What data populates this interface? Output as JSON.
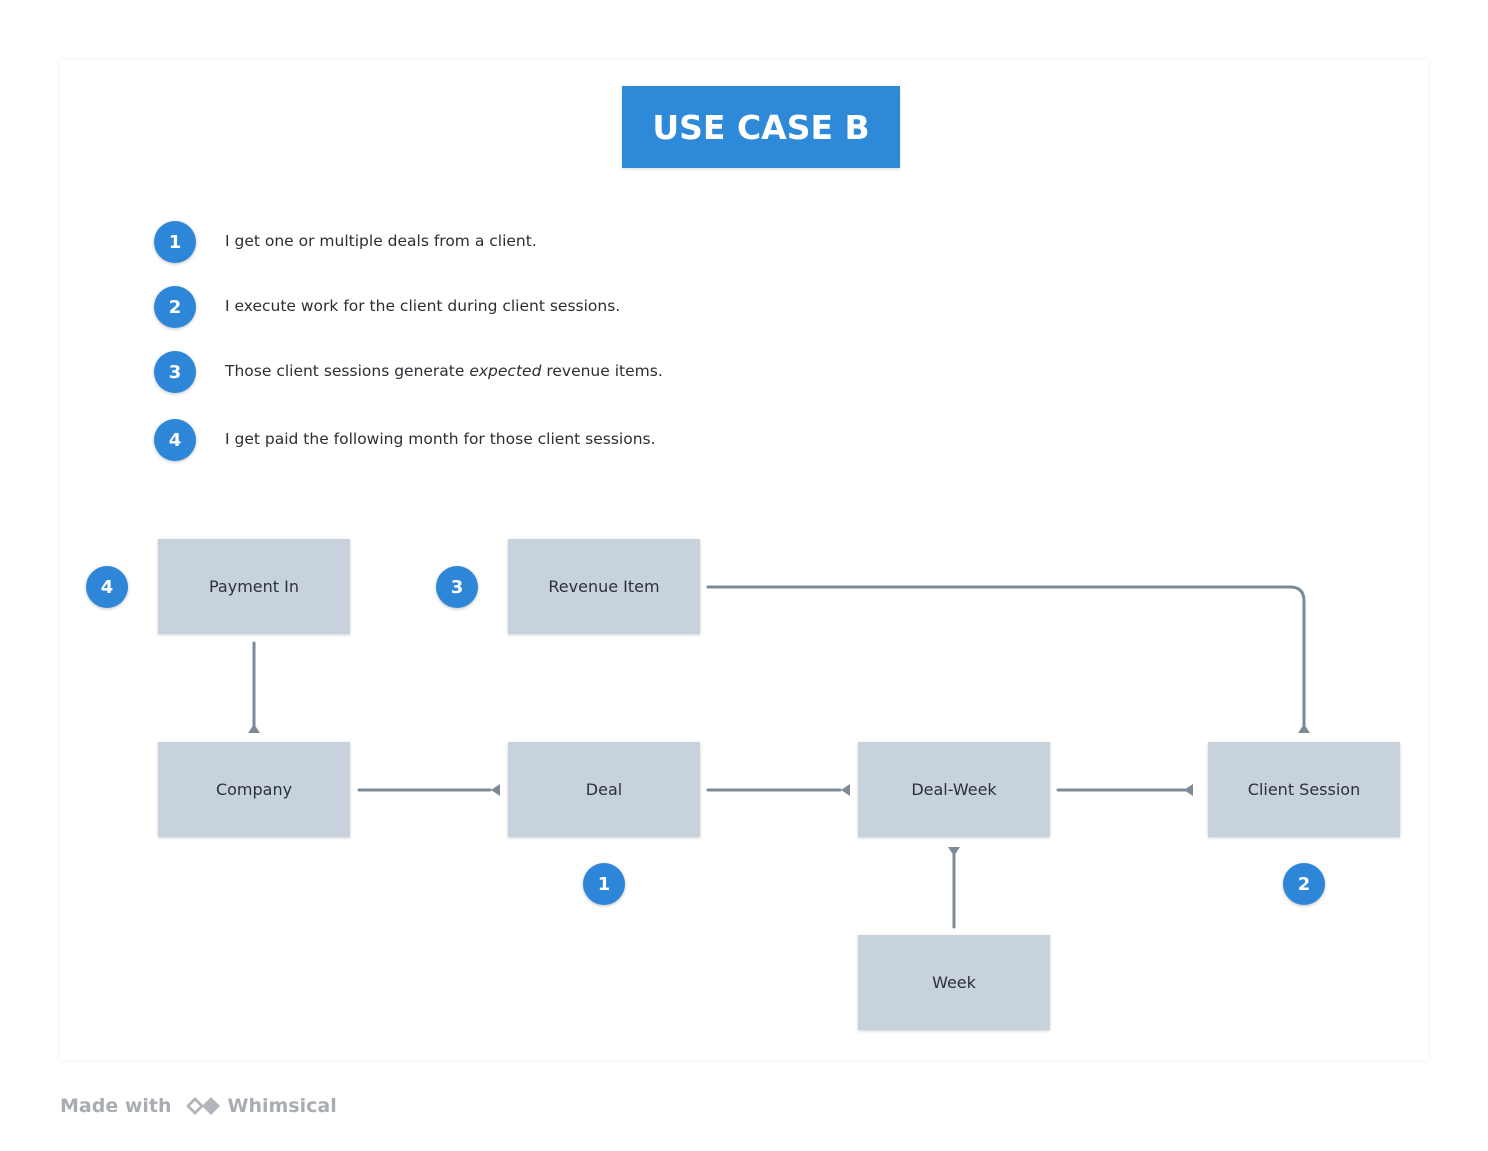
{
  "title": "USE CASE B",
  "steps": [
    {
      "badge": "1",
      "before": "I get one or multiple deals from a client.",
      "emph": "",
      "after": ""
    },
    {
      "badge": "2",
      "before": "I execute work for the client during client sessions.",
      "emph": "",
      "after": ""
    },
    {
      "badge": "3",
      "before": "Those client sessions generate ",
      "emph": "expected",
      "after": " revenue items."
    },
    {
      "badge": "4",
      "before": "I get paid the following month for those client sessions.",
      "emph": "",
      "after": ""
    }
  ],
  "nodes": {
    "payment_in": "Payment In",
    "revenue_item": "Revenue Item",
    "company": "Company",
    "deal": "Deal",
    "deal_week": "Deal-Week",
    "client_session": "Client Session",
    "week": "Week"
  },
  "node_badges": {
    "payment_in": "4",
    "revenue_item": "3",
    "deal": "1",
    "client_session": "2"
  },
  "colors": {
    "accent": "#2e86d9",
    "node_fill": "#c7d2dc",
    "connector": "#7b8a96"
  },
  "footer": {
    "made_with": "Made with",
    "brand": "Whimsical"
  }
}
